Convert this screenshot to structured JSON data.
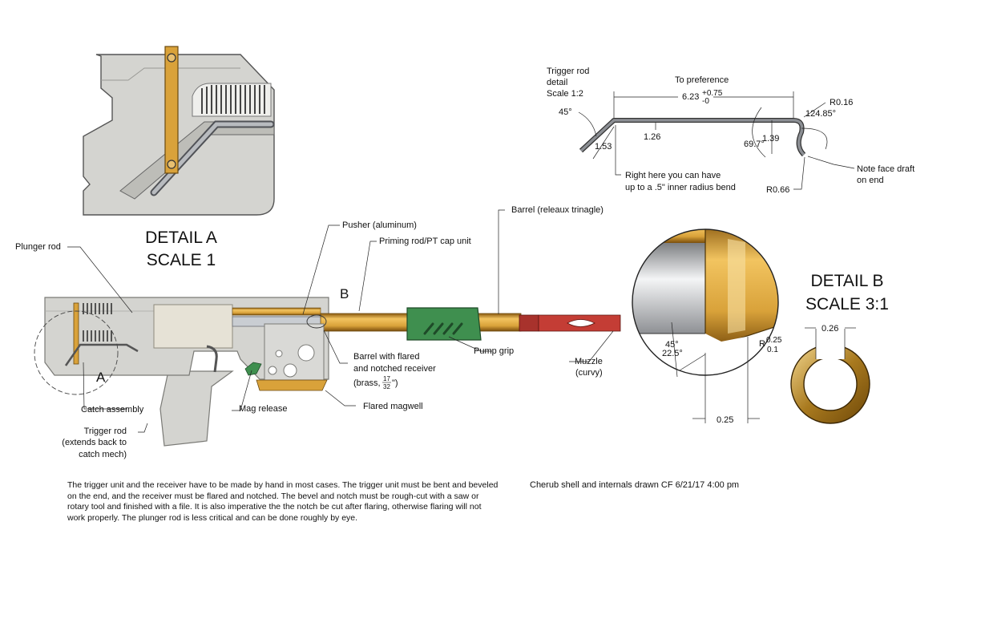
{
  "detail_a": {
    "title": "DETAIL A",
    "scale": "SCALE 1",
    "marker": "A"
  },
  "detail_b": {
    "title": "DETAIL B",
    "scale": "SCALE 3:1",
    "marker": "B",
    "dim_width": "0.25",
    "dim_ring": "0.26",
    "dim_radius_r": "R",
    "dim_radius_a": "0.25",
    "dim_radius_b": "0.1",
    "angle_a": "45°",
    "angle_b": "22.5°"
  },
  "trigger_rod_detail": {
    "title_lines": [
      "Trigger rod",
      "detail",
      "Scale 1:2"
    ],
    "to_preference": "To preference",
    "length_base": "6.23",
    "tol_plus": "+0.75",
    "tol_minus": "-0",
    "angle_45": "45°",
    "dim_153": "1.53",
    "dim_126": "1.26",
    "dim_139": "1.39",
    "angle_697": "69.7°",
    "angle_12485": "124.85°",
    "r016": "R0.16",
    "r066": "R0.66",
    "bend_note": [
      "Right here you can have",
      "up to a .5\" inner radius bend"
    ],
    "draft_note": [
      "Note face draft",
      "on end"
    ]
  },
  "callouts": {
    "plunger_rod": "Plunger rod",
    "pusher": "Pusher (aluminum)",
    "priming_rod": "Priming rod/PT cap unit",
    "barrel": "Barrel (releaux trinagle)",
    "barrel_receiver": [
      "Barrel with flared",
      "and notched receiver"
    ],
    "brass_prefix": "(brass, ",
    "brass_num": "17",
    "brass_den": "32",
    "brass_suffix": "\")",
    "pump_grip": "Pump grip",
    "muzzle": [
      "Muzzle",
      "(curvy)"
    ],
    "catch_assembly": "Catch assembly",
    "trigger_rod": [
      "Trigger rod",
      "(extends back to",
      "catch mech)"
    ],
    "mag_release": "Mag release",
    "flared_magwell": "Flared magwell"
  },
  "notes": {
    "paragraph": "The trigger unit and the receiver have to be made by hand in most cases. The trigger unit must be bent and beveled on the end, and the receiver must be flared and notched. The bevel and notch must be rough-cut with a saw or rotary tool and finished with a file. It is also imperative the the notch be cut after flaring, otherwise flaring will not work properly. The plunger rod is less critical and can be done roughly by eye.",
    "credit": "Cherub shell and internals drawn CF  6/21/17  4:00 pm"
  },
  "colors": {
    "shell": "#d4d4d0",
    "shell_edge": "#8a8a86",
    "brass": "#d9a23a",
    "green_grip": "#3f8f4f",
    "muzzle_red": "#a8322c",
    "aluminum": "#c9cdd2"
  }
}
